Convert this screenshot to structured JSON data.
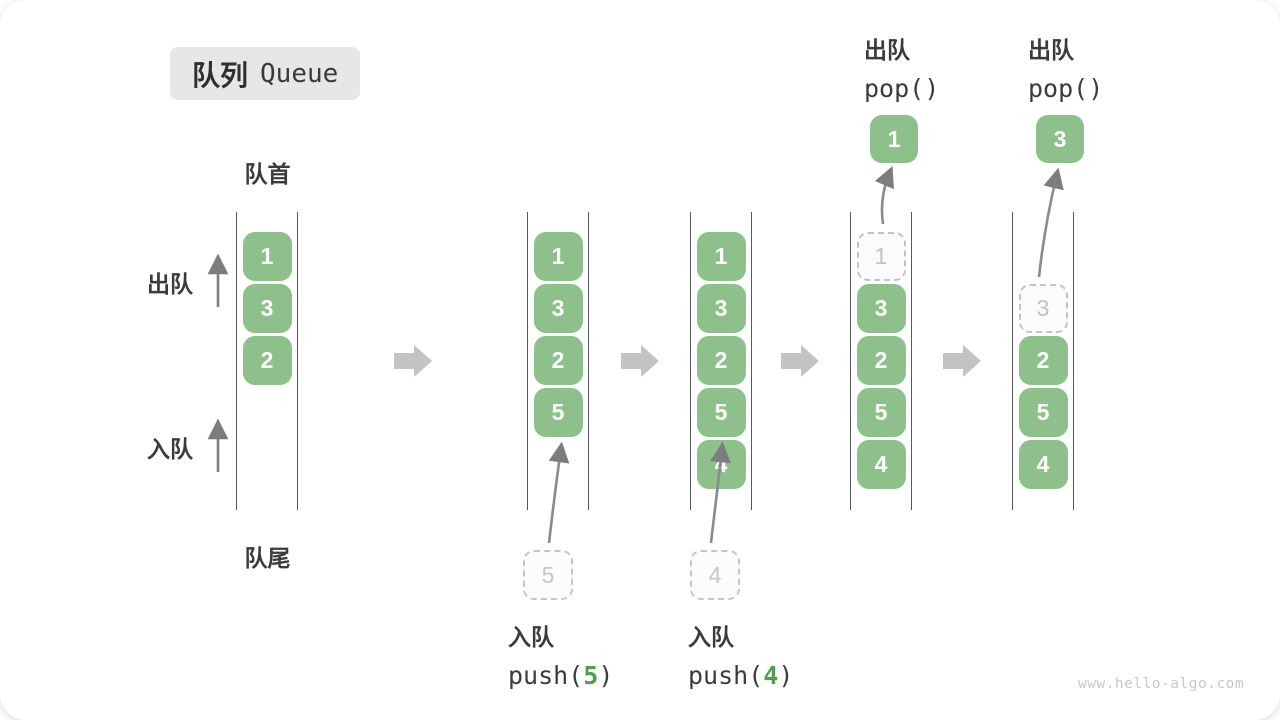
{
  "title": {
    "zh": "队列",
    "en": "Queue"
  },
  "labels": {
    "front": "队首",
    "rear": "队尾",
    "dequeue_side": "出队",
    "enqueue_side": "入队"
  },
  "states": [
    {
      "cells": [
        "1",
        "3",
        "2"
      ]
    },
    {
      "cells": [
        "1",
        "3",
        "2",
        "5"
      ],
      "pending": "5"
    },
    {
      "cells": [
        "1",
        "3",
        "2",
        "5",
        "4"
      ],
      "pending": "4"
    },
    {
      "ghost": "1",
      "cells": [
        "3",
        "2",
        "5",
        "4"
      ],
      "popped": "1"
    },
    {
      "ghost": "3",
      "cells": [
        "2",
        "5",
        "4"
      ],
      "popped": "3"
    }
  ],
  "ops": {
    "push5": {
      "label": "入队",
      "code_pre": "push(",
      "arg": "5",
      "code_post": ")"
    },
    "push4": {
      "label": "入队",
      "code_pre": "push(",
      "arg": "4",
      "code_post": ")"
    },
    "pop_a": {
      "label": "出队",
      "code": "pop()"
    },
    "pop_b": {
      "label": "出队",
      "code": "pop()"
    }
  },
  "watermark": "www.hello-algo.com",
  "colors": {
    "cell_green": "#8dc08b",
    "arg_green": "#4f9e4f",
    "block_arrow_gray": "#c3c3c3",
    "thin_arrow_gray": "#7d7d7d",
    "text_dark": "#3b3b3b",
    "dashed_gray": "#c2c2c2",
    "title_bg": "#e7e7e7"
  }
}
